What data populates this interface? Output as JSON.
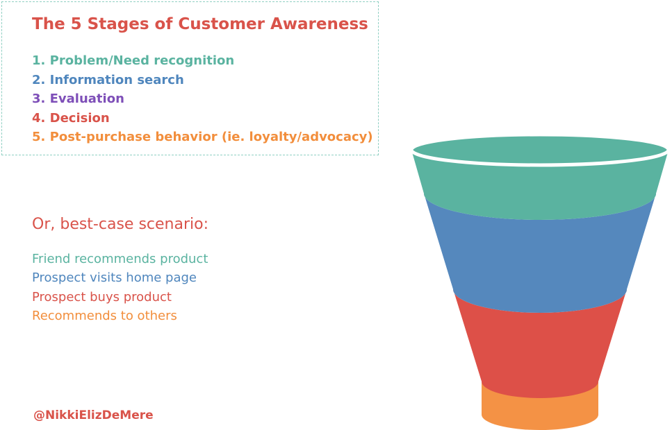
{
  "stages_box": {
    "title": "The 5 Stages of Customer Awareness",
    "stages": [
      {
        "label": "1. Problem/Need recognition",
        "color": "#5ab3a0"
      },
      {
        "label": "2. Information search",
        "color": "#4f86bd"
      },
      {
        "label": "3. Evaluation",
        "color": "#7e4fb8"
      },
      {
        "label": "4. Decision",
        "color": "#d9534a"
      },
      {
        "label": "5. Post-purchase behavior (ie. loyalty/advocacy)",
        "color": "#f28e3c"
      }
    ]
  },
  "scenario": {
    "heading": "Or, best-case scenario:",
    "steps": [
      {
        "label": "Friend recommends product",
        "color": "#5ab3a0"
      },
      {
        "label": "Prospect visits home page",
        "color": "#4f86bd"
      },
      {
        "label": "Prospect buys product",
        "color": "#d9534a"
      },
      {
        "label": "Recommends to others",
        "color": "#f28e3c"
      }
    ]
  },
  "handle": "@NikkiElizDeMere",
  "funnel": {
    "layers": [
      {
        "name": "teal",
        "color": "#5ab3a0"
      },
      {
        "name": "blue",
        "color": "#5588bd"
      },
      {
        "name": "red",
        "color": "#dd5048"
      },
      {
        "name": "orange",
        "color": "#f49245"
      }
    ]
  }
}
